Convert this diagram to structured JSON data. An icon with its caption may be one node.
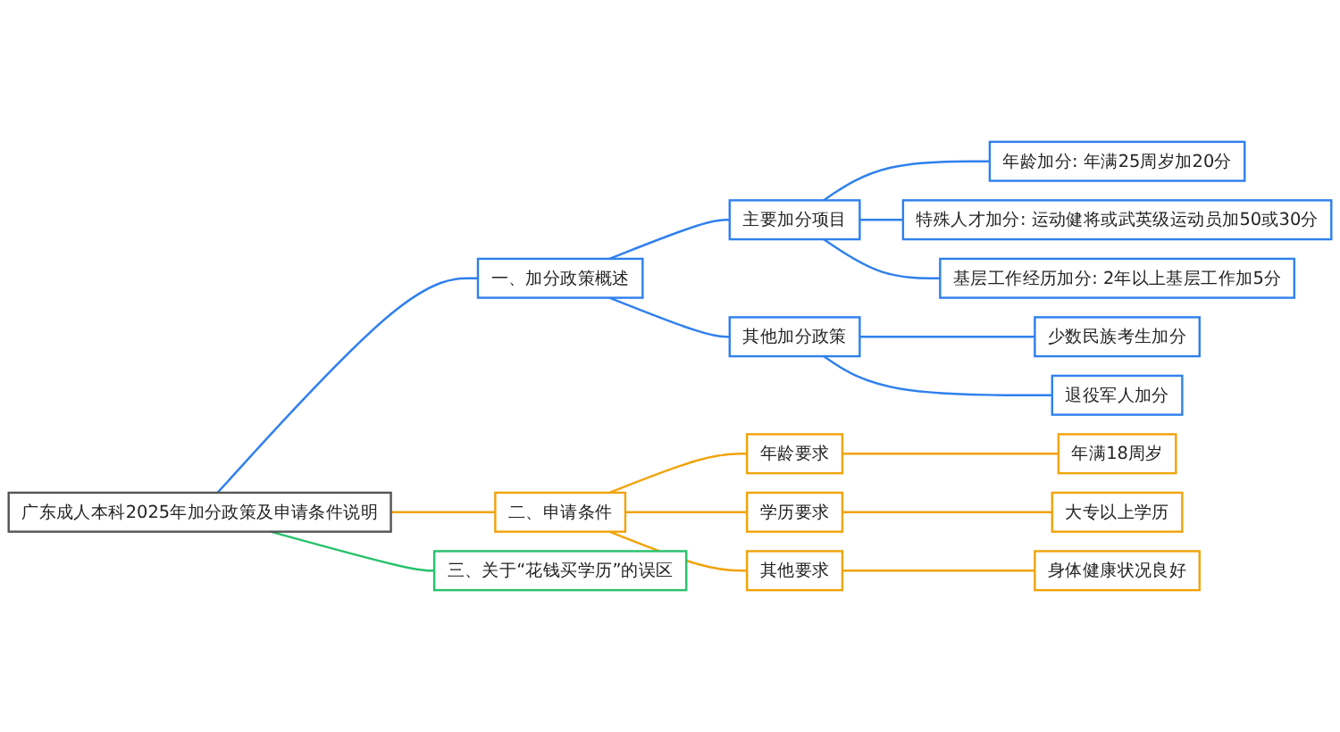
{
  "diagram": {
    "nodes": [
      {
        "text": [
          "广东成人本科2025年加分政策及申请条件说明"
        ]
      },
      {
        "text": [
          "一、加分政策概述"
        ]
      },
      {
        "text": [
          "主要加分项目"
        ]
      },
      {
        "text": [
          "年龄加分: 年满25周岁加20分"
        ]
      },
      {
        "text": [
          "特殊人才加分: 运动健将或武英级运动员加50或30分"
        ]
      },
      {
        "text": [
          "基层工作经历加分: 2年以上基层工作加5分"
        ]
      },
      {
        "text": [
          "其他加分政策"
        ]
      },
      {
        "text": [
          "少数民族考生加分"
        ]
      },
      {
        "text": [
          "退役军人加分"
        ]
      },
      {
        "text": [
          "二、申请条件"
        ]
      },
      {
        "text": [
          "年龄要求"
        ]
      },
      {
        "text": [
          "年满18周岁"
        ]
      },
      {
        "text": [
          "学历要求"
        ]
      },
      {
        "text": [
          "大专以上学历"
        ]
      },
      {
        "text": [
          "其他要求"
        ]
      },
      {
        "text": [
          "身体健康状况良好"
        ]
      },
      {
        "text": [
          "三、关于“花钱买学历”的误区"
        ]
      }
    ],
    "edges": [
      {
        "from": 0,
        "to": 1,
        "arrow": "none"
      },
      {
        "from": 1,
        "to": 2,
        "arrow": "none"
      },
      {
        "from": 2,
        "to": 3,
        "arrow": "none"
      },
      {
        "from": 2,
        "to": 4,
        "arrow": "none"
      },
      {
        "from": 2,
        "to": 5,
        "arrow": "none"
      },
      {
        "from": 1,
        "to": 6,
        "arrow": "none"
      },
      {
        "from": 6,
        "to": 7,
        "arrow": "none"
      },
      {
        "from": 6,
        "to": 8,
        "arrow": "none"
      },
      {
        "from": 0,
        "to": 9,
        "arrow": "none",
        "color": "#f0a30a"
      },
      {
        "from": 9,
        "to": 10,
        "arrow": "none",
        "color": "#f0a30a"
      },
      {
        "from": 10,
        "to": 11,
        "arrow": "none",
        "color": "#f0a30a"
      },
      {
        "from": 9,
        "to": 12,
        "arrow": "none",
        "color": "#f0a30a"
      },
      {
        "from": 12,
        "to": 13,
        "arrow": "none",
        "color": "#f0a30a"
      },
      {
        "from": 9,
        "to": 14,
        "arrow": "none",
        "color": "#f0a30a"
      },
      {
        "from": 14,
        "to": 15,
        "arrow": "none",
        "color": "#f0a30a"
      },
      {
        "from": 0,
        "to": 16,
        "arrow": "none",
        "color": "#27c26c"
      }
    ]
  }
}
